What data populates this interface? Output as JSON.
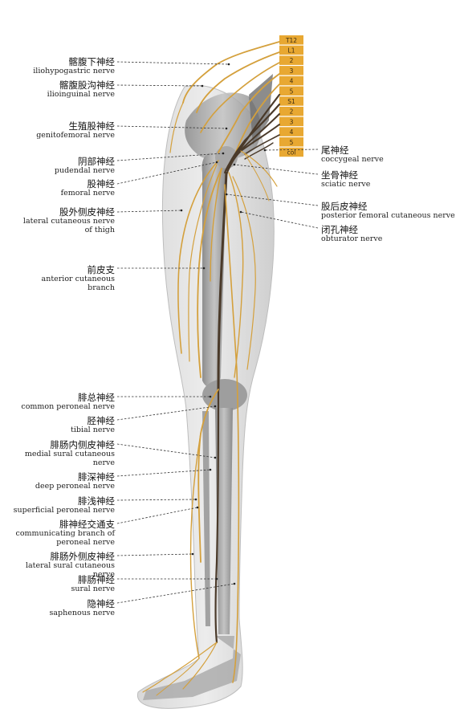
{
  "colors": {
    "nerve": "#d4a03c",
    "nerve_dark": "#4a3a2a",
    "segment": "#e8a832",
    "skin": "#c9c9c9",
    "bone": "#9a9a9a",
    "leader": "#333333"
  },
  "spinal_segments": [
    "T12",
    "L1",
    "2",
    "3",
    "4",
    "5",
    "S1",
    "2",
    "3",
    "4",
    "5",
    "col"
  ],
  "labels_left": [
    {
      "id": "iliohypogastric",
      "zh": "髂腹下神经",
      "en": "iliohypogastric nerve"
    },
    {
      "id": "ilioinguinal",
      "zh": "髂腹股沟神经",
      "en": "ilioinguinal nerve"
    },
    {
      "id": "genitofemoral",
      "zh": "生殖股神经",
      "en": "genitofemoral nerve"
    },
    {
      "id": "pudendal",
      "zh": "阴部神经",
      "en": "pudendal nerve"
    },
    {
      "id": "femoral",
      "zh": "股神经",
      "en": "femoral nerve"
    },
    {
      "id": "lateral-cutaneous-thigh",
      "zh": "股外侧皮神经",
      "en": "lateral cutaneous nerve\nof thigh"
    },
    {
      "id": "anterior-cutaneous",
      "zh": "前皮支",
      "en": "anterior cutaneous\nbranch"
    },
    {
      "id": "common-peroneal",
      "zh": "腓总神经",
      "en": "common peroneal nerve"
    },
    {
      "id": "tibial",
      "zh": "胫神经",
      "en": "tibial nerve"
    },
    {
      "id": "medial-sural",
      "zh": "腓肠内侧皮神经",
      "en": "medial sural cutaneous\nnerve"
    },
    {
      "id": "deep-peroneal",
      "zh": "腓深神经",
      "en": "deep peroneal nerve"
    },
    {
      "id": "superficial-peroneal",
      "zh": "腓浅神经",
      "en": "superficial peroneal nerve"
    },
    {
      "id": "communicating-peroneal",
      "zh": "腓神经交通支",
      "en": "communicating branch of\nperoneal nerve"
    },
    {
      "id": "lateral-sural",
      "zh": "腓肠外侧皮神经",
      "en": "lateral sural cutaneous nerve"
    },
    {
      "id": "sural",
      "zh": "腓肠神经",
      "en": "sural nerve"
    },
    {
      "id": "saphenous",
      "zh": "隐神经",
      "en": "saphenous nerve"
    }
  ],
  "labels_right": [
    {
      "id": "coccygeal",
      "zh": "尾神经",
      "en": "coccygeal nerve"
    },
    {
      "id": "sciatic",
      "zh": "坐骨神经",
      "en": "sciatic nerve"
    },
    {
      "id": "posterior-femoral-cutaneous",
      "zh": "股后皮神经",
      "en": "posterior femoral cutaneous nerve"
    },
    {
      "id": "obturator",
      "zh": "闭孔神经",
      "en": "obturator nerve"
    }
  ]
}
